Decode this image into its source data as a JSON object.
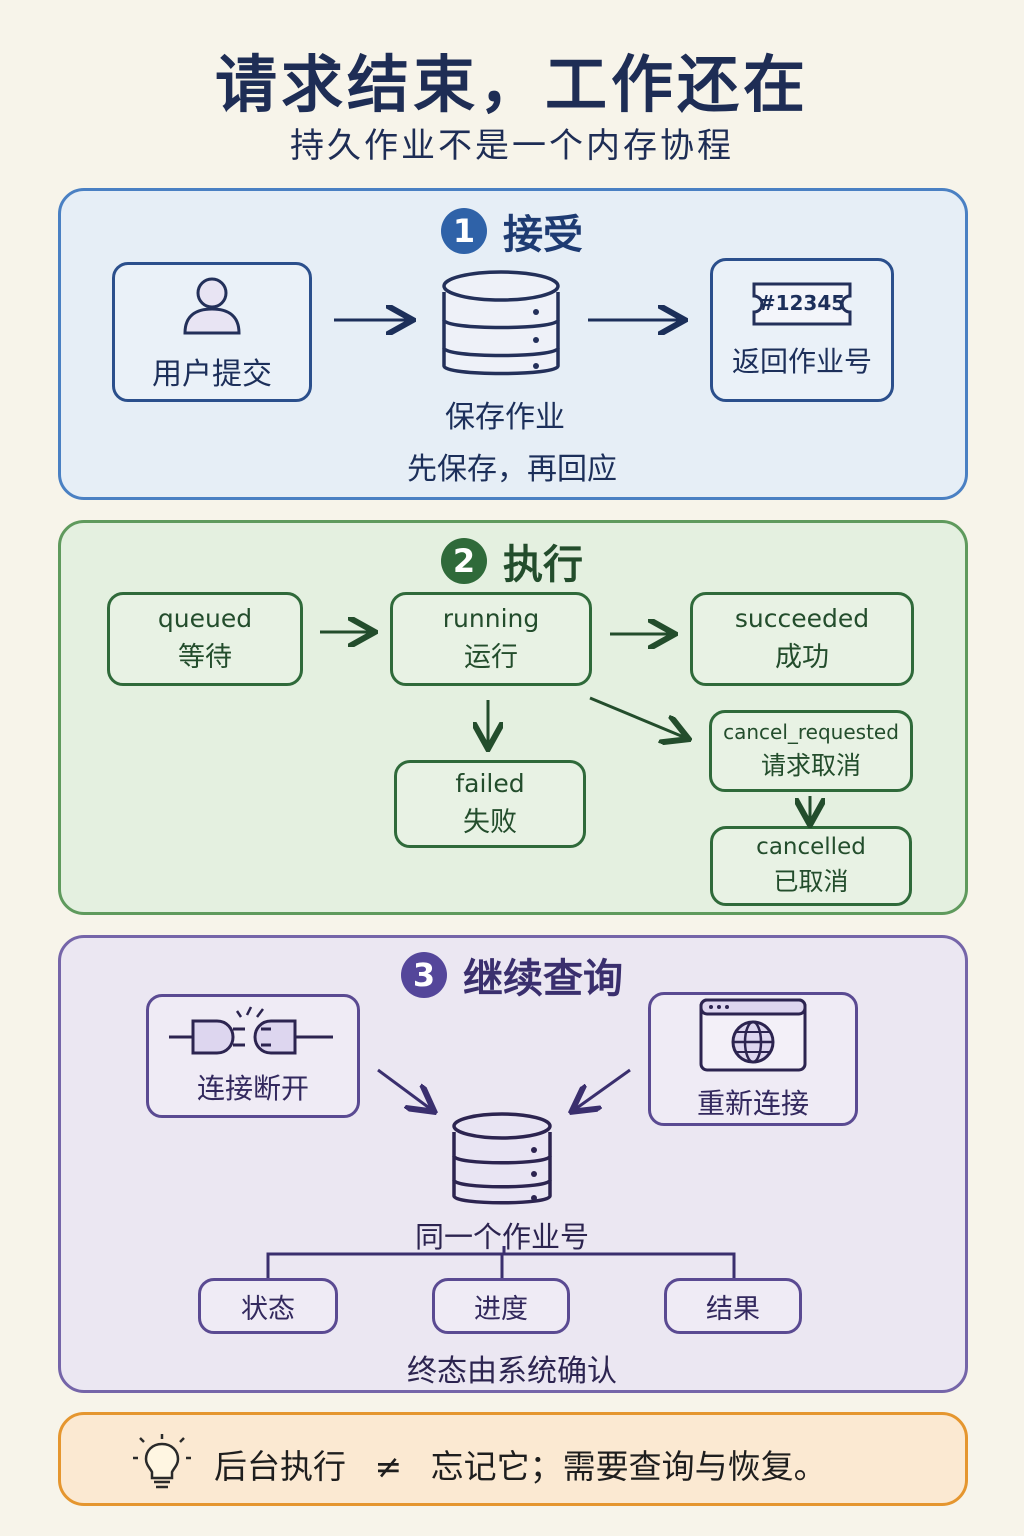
{
  "header": {
    "title": "请求结束，工作还在",
    "subtitle": "持久作业不是一个内存协程"
  },
  "colors": {
    "background": "#f7f4ea",
    "accept": "#4a80c3",
    "execute": "#5f9a5d",
    "query": "#7565a9",
    "note": "#e5962f"
  },
  "accept": {
    "number": "1",
    "title": "接受",
    "user_label": "用户提交",
    "store_label": "保存作业",
    "ticket_text": "#12345",
    "return_label": "返回作业号",
    "caption": "先保存，再回应",
    "icons": [
      "user-icon",
      "database-icon",
      "ticket-icon"
    ]
  },
  "execute": {
    "number": "2",
    "title": "执行",
    "states": {
      "queued": {
        "en": "queued",
        "zh": "等待"
      },
      "running": {
        "en": "running",
        "zh": "运行"
      },
      "succeeded": {
        "en": "succeeded",
        "zh": "成功"
      },
      "failed": {
        "en": "failed",
        "zh": "失败"
      },
      "cancel_requested": {
        "en": "cancel_requested",
        "zh": "请求取消"
      },
      "cancelled": {
        "en": "cancelled",
        "zh": "已取消"
      }
    }
  },
  "query": {
    "number": "3",
    "title": "继续查询",
    "disconnect_label": "连接断开",
    "reconnect_label": "重新连接",
    "store_label": "同一个作业号",
    "outputs": [
      "状态",
      "进度",
      "结果"
    ],
    "caption": "终态由系统确认",
    "icons": [
      "plug-icon",
      "browser-globe-icon",
      "database-icon"
    ]
  },
  "note": {
    "text_left": "后台执行",
    "symbol": "≠",
    "text_right": "忘记它；需要查询与恢复。",
    "icon": "lightbulb-icon"
  }
}
